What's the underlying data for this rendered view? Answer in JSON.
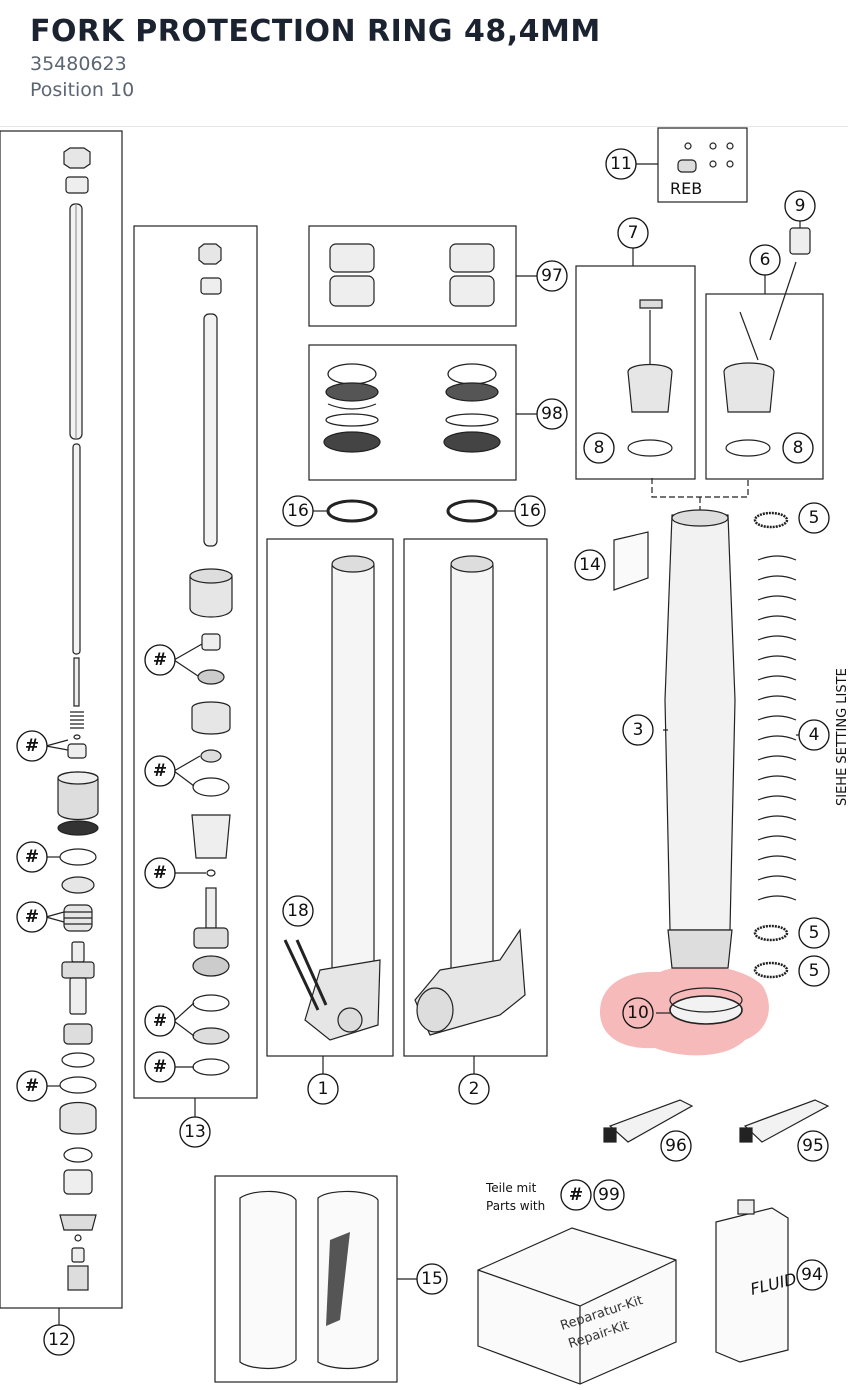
{
  "header": {
    "title": "FORK PROTECTION RING 48,4MM",
    "part_number": "35480623",
    "position": "Position 10"
  },
  "diagram": {
    "highlight_color": "#f08c8c",
    "highlighted_callout": "10",
    "callouts": [
      "1",
      "2",
      "3",
      "4",
      "5",
      "5",
      "5",
      "6",
      "7",
      "8",
      "8",
      "9",
      "10",
      "11",
      "12",
      "13",
      "14",
      "15",
      "16",
      "16",
      "18",
      "94",
      "95",
      "96",
      "97",
      "98",
      "99"
    ],
    "hash_marker": "#",
    "reb_label": "REB",
    "side_text": "SIEHE SETTING LISTE",
    "parts_note_line1": "Teile mit",
    "parts_note_line2": "Parts with",
    "repair_kit_line1": "Reparatur-Kit",
    "repair_kit_line2": "Repair-Kit",
    "fluid_label": "FLUID"
  }
}
